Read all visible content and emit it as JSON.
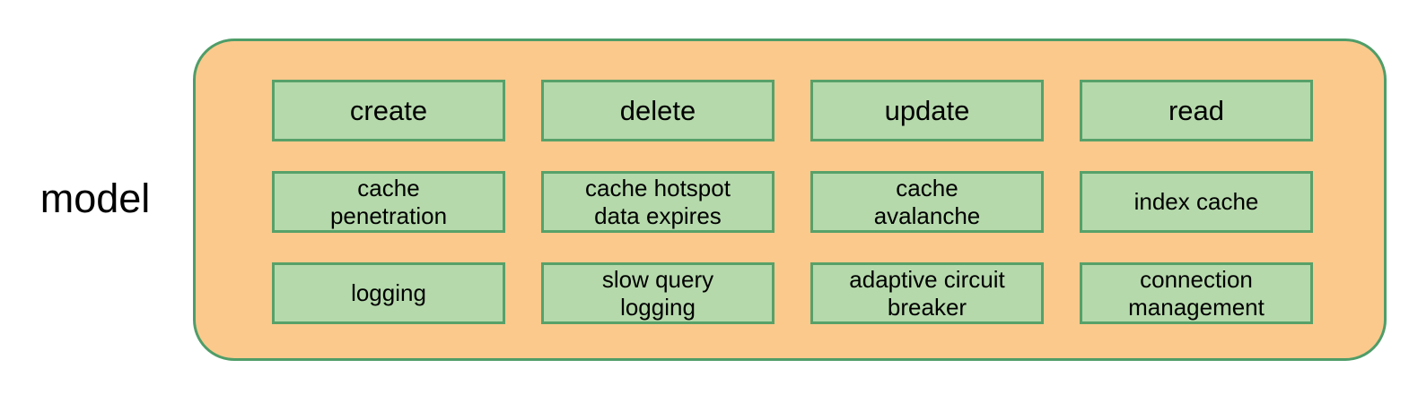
{
  "diagram": {
    "label": "model",
    "colors": {
      "container_fill": "#FBC98C",
      "container_border": "#4F9D68",
      "box_fill": "#B5D9AB",
      "box_border": "#57A169",
      "text": "#000000"
    },
    "columns": [
      {
        "header": "create",
        "items": [
          "cache\npenetration",
          "logging"
        ]
      },
      {
        "header": "delete",
        "items": [
          "cache hotspot\ndata expires",
          "slow query\nlogging"
        ]
      },
      {
        "header": "update",
        "items": [
          "cache\navalanche",
          "adaptive circuit\nbreaker"
        ]
      },
      {
        "header": "read",
        "items": [
          "index cache",
          "connection\nmanagement"
        ]
      }
    ]
  }
}
